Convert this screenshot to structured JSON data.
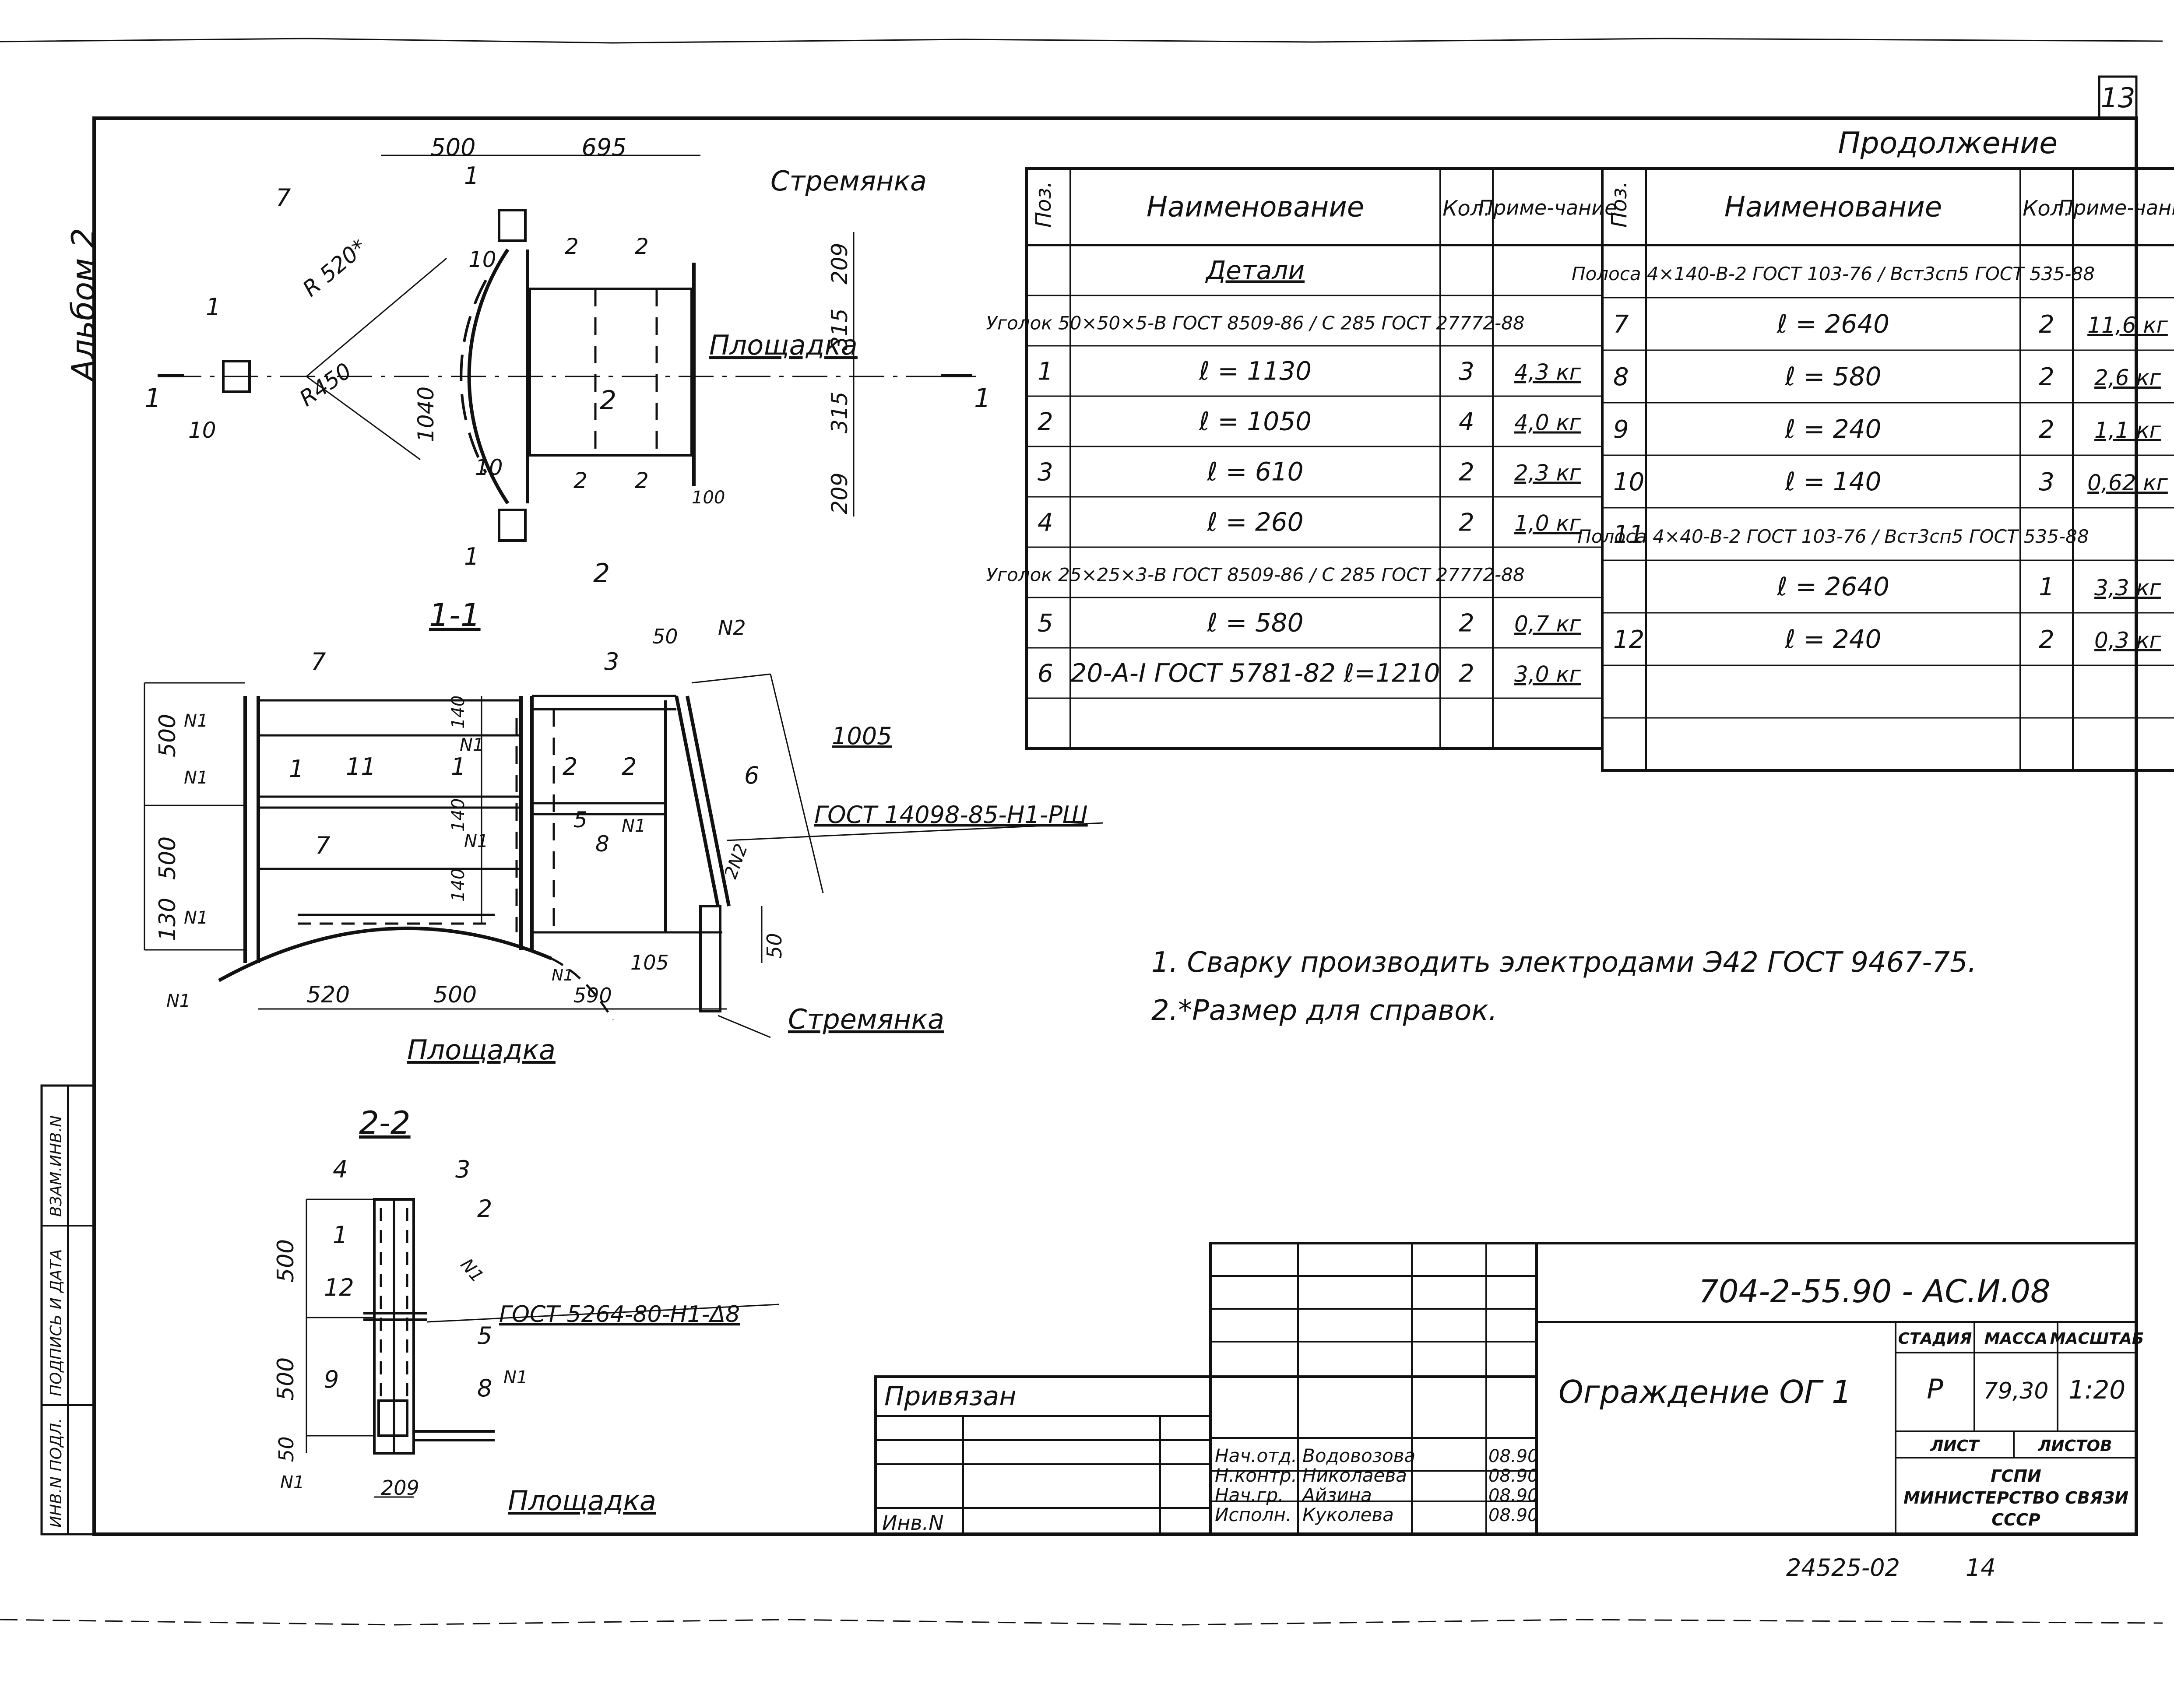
{
  "sheet": {
    "page_number": "13",
    "album": "Альбом 2"
  },
  "plan": {
    "dims": [
      "500",
      "695",
      "209",
      "315",
      "315",
      "209",
      "1040",
      "R 520*",
      "R450",
      "100"
    ],
    "pos_labels": [
      "7",
      "1",
      "1",
      "1",
      "10",
      "10",
      "10",
      "2",
      "2",
      "2",
      "2"
    ],
    "section_marks": [
      "1",
      "1",
      "2",
      "2"
    ],
    "callouts": {
      "stair": "Стремянка",
      "platform": "Площадка"
    }
  },
  "section_1_1": {
    "title": "1-1",
    "dims_left": [
      "500",
      "500",
      "130"
    ],
    "dims_mid": [
      "140",
      "140",
      "140"
    ],
    "dims_bottom": [
      "520",
      "500",
      "590",
      "105"
    ],
    "dims_top": [
      "50"
    ],
    "dim_right": [
      "1005",
      "50"
    ],
    "pos_labels": [
      "7",
      "1",
      "11",
      "1",
      "7",
      "3",
      "2",
      "2",
      "5",
      "8",
      "6"
    ],
    "weld_marks": [
      "N1",
      "N1",
      "N1",
      "N1",
      "N1",
      "N1",
      "N1",
      "N1",
      "N2",
      "2N2"
    ],
    "weld_standard": "ГОСТ 14098-85-Н1-РШ",
    "callouts": {
      "stair": "Стремянка",
      "platform": "Площадка"
    }
  },
  "section_2_2": {
    "title": "2-2",
    "dims": [
      "500",
      "500",
      "50",
      "209"
    ],
    "pos_labels": [
      "4",
      "3",
      "2",
      "1",
      "12",
      "5",
      "9",
      "8"
    ],
    "weld_marks": [
      "N1",
      "N1",
      "N1"
    ],
    "weld_standard": "ГОСТ 5264-80-Н1-Δ8",
    "callout_platform": "Площадка"
  },
  "spec_left": {
    "headers": {
      "pos": "Поз.",
      "name": "Наименование",
      "qty": "Кол.",
      "note": "Приме-чание"
    },
    "rows": [
      {
        "pos": "",
        "name": "Детали",
        "qty": "",
        "note": ""
      },
      {
        "pos": "",
        "name": "Уголок 50×50×5-В ГОСТ 8509-86 / С 285 ГОСТ 27772-88",
        "qty": "",
        "note": ""
      },
      {
        "pos": "1",
        "name": "ℓ = 1130",
        "qty": "3",
        "note": "4,3 кг"
      },
      {
        "pos": "2",
        "name": "ℓ = 1050",
        "qty": "4",
        "note": "4,0 кг"
      },
      {
        "pos": "3",
        "name": "ℓ = 610",
        "qty": "2",
        "note": "2,3 кг"
      },
      {
        "pos": "4",
        "name": "ℓ = 260",
        "qty": "2",
        "note": "1,0 кг"
      },
      {
        "pos": "",
        "name": "Уголок 25×25×3-В ГОСТ 8509-86 / С 285 ГОСТ 27772-88",
        "qty": "",
        "note": ""
      },
      {
        "pos": "5",
        "name": "ℓ = 580",
        "qty": "2",
        "note": "0,7 кг"
      },
      {
        "pos": "6",
        "name": "20-А-I ГОСТ 5781-82 ℓ=1210",
        "qty": "2",
        "note": "3,0 кг"
      },
      {
        "pos": "",
        "name": "",
        "qty": "",
        "note": ""
      }
    ]
  },
  "spec_right": {
    "continuation": "Продолжение",
    "headers": {
      "pos": "Поз.",
      "name": "Наименование",
      "qty": "Кол.",
      "note": "Приме-чание"
    },
    "rows": [
      {
        "pos": "",
        "name": "Полоса 4×140-В-2 ГОСТ 103-76 / Вст3сп5 ГОСТ 535-88",
        "qty": "",
        "note": ""
      },
      {
        "pos": "7",
        "name": "ℓ = 2640",
        "qty": "2",
        "note": "11,6 кг"
      },
      {
        "pos": "8",
        "name": "ℓ = 580",
        "qty": "2",
        "note": "2,6 кг"
      },
      {
        "pos": "9",
        "name": "ℓ = 240",
        "qty": "2",
        "note": "1,1 кг"
      },
      {
        "pos": "10",
        "name": "ℓ = 140",
        "qty": "3",
        "note": "0,62 кг"
      },
      {
        "pos": "11",
        "name": "Полоса 4×40-В-2 ГОСТ 103-76 / Вст3сп5 ГОСТ 535-88",
        "qty": "",
        "note": ""
      },
      {
        "pos": "",
        "name": "ℓ = 2640",
        "qty": "1",
        "note": "3,3 кг"
      },
      {
        "pos": "12",
        "name": "ℓ = 240",
        "qty": "2",
        "note": "0,3 кг"
      },
      {
        "pos": "",
        "name": "",
        "qty": "",
        "note": ""
      },
      {
        "pos": "",
        "name": "",
        "qty": "",
        "note": ""
      }
    ]
  },
  "notes": [
    "1. Сварку производить электродами Э42 ГОСТ 9467-75.",
    "2.*Размер для справок."
  ],
  "side_stamp": [
    "ИНВ.N ПОДЛ.",
    "ПОДПИСЬ И ДАТА",
    "ВЗАМ.ИНВ.N"
  ],
  "privyazan": {
    "label": "Привязан",
    "inv_label": "Инв.N"
  },
  "title_block": {
    "code": "704-2-55.90 - АС.И.08",
    "title": "Ограждение ОГ 1",
    "stage_label": "СТАДИЯ",
    "mass_label": "МАССА",
    "scale_label": "МАСШТАБ",
    "stage": "Р",
    "mass": "79,30",
    "scale": "1:20",
    "sheet_label": "ЛИСТ",
    "sheets_label": "ЛИСТОВ",
    "org": [
      "ГСПИ",
      "МИНИСТЕРСТВО СВЯЗИ",
      "СССР"
    ],
    "signers": [
      {
        "role": "Нач.отд.",
        "name": "Водовозова",
        "date": "08.90"
      },
      {
        "role": "Н.контр.",
        "name": "Николаева",
        "date": "08.90"
      },
      {
        "role": "Нач.гр.",
        "name": "Айзина",
        "date": "08.90"
      },
      {
        "role": "Исполн.",
        "name": "Куколева",
        "date": "08.90"
      }
    ]
  },
  "footer": {
    "archive": "24525-02",
    "num": "14"
  }
}
